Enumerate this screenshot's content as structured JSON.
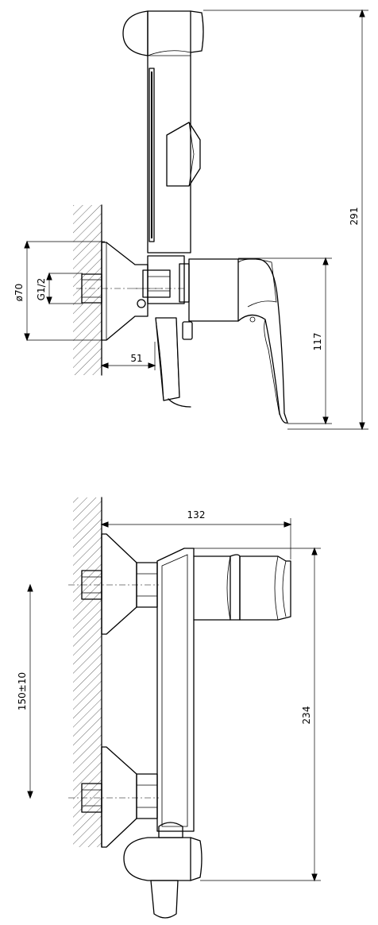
{
  "dimensions": {
    "top_view": {
      "diameter": "ø70",
      "thread": "G1/2",
      "offset": "51",
      "height": "117",
      "total": "291"
    },
    "bottom_view": {
      "depth": "132",
      "spacing": "150±10",
      "length": "234"
    }
  }
}
